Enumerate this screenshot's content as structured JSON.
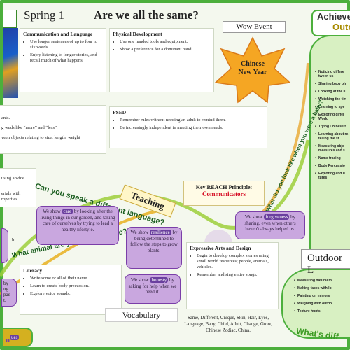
{
  "header": {
    "term": "Spring 1",
    "title": "Are we all the same?"
  },
  "communication": {
    "heading": "Communication and Language",
    "items": [
      "Use longer sentences of up to four to six words.",
      "Enjoy listening to longer stories, and recall much of what happens."
    ]
  },
  "physical": {
    "heading": "Physical Development",
    "items": [
      "Use one handed tools and equipment.",
      "Show a preference for a dominant hand."
    ]
  },
  "wow_event": {
    "label": "Wow Event",
    "event": "Chinese New Year"
  },
  "achievements": {
    "line1": "Achieve",
    "line2": "Outc",
    "items": [
      "Noticing differe tween us",
      "Sharing baby ph",
      "Looking at the li",
      "Watching the tim",
      "Learning to spe",
      "Exploring differ World",
      "Trying Chinese f",
      "Learning about re-telling the st",
      "Measuring obje measures and s",
      "Name tracing",
      "Body Percussio",
      "Exploring and d tures"
    ]
  },
  "maths_fragments": [
    "ants.",
    "g wuds like “more” and “less”.",
    "veen objects relating to size, length, weight"
  ],
  "understanding_fragments": [
    "using a wide",
    "erials with",
    "roperties."
  ],
  "psed": {
    "heading": "PSED",
    "items": [
      "Remember rules without needing an adult to remind them.",
      "Be increasingly independent in meeting their own needs."
    ]
  },
  "curves": {
    "language": "Can you speak a different language?",
    "zodiac": "What animal are you in the Zodiac?",
    "baby": "What did you look like when you were a baby?",
    "whats": "What's diff"
  },
  "teaching": "Teaching",
  "reach": {
    "label": "Key REACH Principle:",
    "value": "Communicators"
  },
  "values": [
    {
      "pre": "We show ",
      "word": "care",
      "post": " by looking after the living things in our garden, and taking care of ourselves by trying to lead a healthy lifestyle."
    },
    {
      "pre": "We show ",
      "word": "resilience",
      "post": " by being determined to follow the steps to grow plants."
    },
    {
      "pre": "We show ",
      "word": "honesty",
      "post": " by asking for help when we need it."
    },
    {
      "pre": "We show ",
      "word": "forgiveness",
      "post": " by sharing, even when others haven't always helped us."
    }
  ],
  "left_fragments": {
    "purple1": [
      "h",
      "by",
      "ng",
      "pae",
      "t."
    ],
    "bottom_word": "n",
    "bottom_hl": "ues"
  },
  "literacy": {
    "heading": "Literacy",
    "items": [
      "Write some or all of their name.",
      "Learn to create body precussion.",
      "Explore voice sounds."
    ]
  },
  "expressive": {
    "heading": "Expressive Arts  and Design",
    "items": [
      "Begin to develop complex stories using small world resources; people, animals, vehicles.",
      "Remember and sing entire songs."
    ]
  },
  "vocabulary": {
    "label": "Vocabulary",
    "words": "Same, Different, Unique, Skin, Hair, Eyes, Language, Baby, Child, Adult, Change, Grow, Chinese Zodiac, China."
  },
  "outdoor": {
    "label": "Outdoor L",
    "items": [
      "Measuring natural m",
      "Making faces with lo",
      "Painting on mirrors",
      "Weighing with outdo",
      "Texture hunts"
    ]
  },
  "colors": {
    "border_green": "#4caf3c",
    "purple": "#c9a7df",
    "highlight": "#6a3f9e",
    "star": "#f5a623",
    "reach_red": "#d4001a"
  }
}
